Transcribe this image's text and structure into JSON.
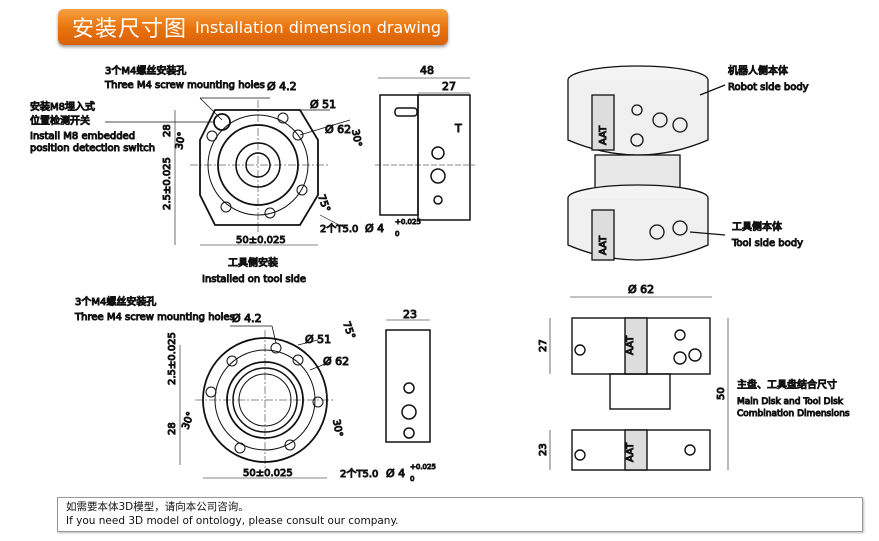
{
  "header": {
    "title_cn": "安装尺寸图",
    "title_en": "Installation dimension drawing",
    "color": "#e8720c"
  },
  "top_left": {
    "holes_cn": "3个M4螺丝安装孔",
    "holes_en": "Three M4 screw mounting holes",
    "hole_dia": "Ø 4.2",
    "switch_cn1": "安装M8埋入式",
    "switch_cn2": "位置检测开关",
    "switch_en1": "Install M8 embedded",
    "switch_en2": "position detection switch",
    "d51": "Ø 51",
    "d62": "Ø 62",
    "a30a": "30°",
    "a30b": "30°",
    "a75": "75°",
    "h28": "28",
    "h25": "2.5±0.025",
    "w50": "50±0.025",
    "pin": "2个T5.0",
    "pin_d": "Ø 4",
    "tol_up": "+0.025",
    "tol_lo": "0",
    "caption_cn": "工具侧安装",
    "caption_en": "Installed on tool side"
  },
  "top_mid": {
    "w48": "48",
    "w27": "27",
    "mark": "T"
  },
  "top_right": {
    "robot_cn": "机器人侧本体",
    "robot_en": "Robot side body",
    "tool_cn": "工具侧本体",
    "tool_en": "Tool side body",
    "brand": "AAT"
  },
  "bottom_left": {
    "holes_cn": "3个M4螺丝安装孔",
    "holes_en": "Three M4 screw mounting holes",
    "hole_dia": "Ø 4.2",
    "d51": "Ø 51",
    "d62": "Ø 62",
    "a75": "75°",
    "a30a": "30°",
    "a30b": "30°",
    "h28": "28",
    "h25": "2.5±0.025",
    "w50": "50±0.025",
    "pin": "2个T5.0",
    "pin_d": "Ø 4",
    "tol_up": "+0.025",
    "tol_lo": "0"
  },
  "bottom_mid": {
    "w23": "23"
  },
  "bottom_right": {
    "d62": "Ø 62",
    "h27": "27",
    "h50": "50",
    "h23": "23",
    "brand": "AAT",
    "cap_cn": "主盘、工具盘结合尺寸",
    "cap_en1": "Main Disk and Tool Disk",
    "cap_en2": "Combination Dimensions"
  },
  "footer": {
    "line_cn": "如需要本体3D模型，请向本公司咨询。",
    "line_en": "If you need 3D model of ontology, please consult our company."
  }
}
